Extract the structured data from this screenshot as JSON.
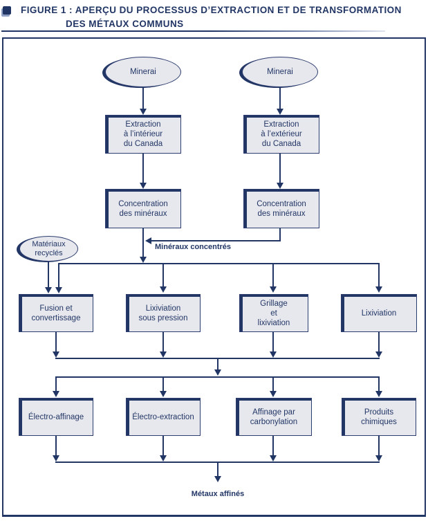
{
  "title": {
    "line1": "FIGURE 1 : APERÇU DU PROCESSUS D’EXTRACTION ET DE TRANSFORMATION",
    "line2": "DES MÉTAUX COMMUNS"
  },
  "flowchart": {
    "nodes": {
      "minerai_left": "Minerai",
      "minerai_right": "Minerai",
      "extraction_interieur": "Extraction\nà l’intérieur\ndu Canada",
      "extraction_exterieur": "Extraction\nà l’extérieur\ndu Canada",
      "concentration_left": "Concentration\ndes minéraux",
      "concentration_right": "Concentration\ndes minéraux",
      "materiaux_recycles": "Matériaux\nrecyclés",
      "fusion_convertissage": "Fusion et\nconvertissage",
      "lixiviation_pression": "Lixiviation\nsous pression",
      "grillage_lixiviation": "Grillage\net\nlixiviation",
      "lixiviation": "Lixiviation",
      "electro_affinage": "Électro-affinage",
      "electro_extraction": "Électro-extraction",
      "affinage_carbonylation": "Affinage par\ncarbonylation",
      "produits_chimiques": "Produits\nchimiques"
    },
    "labels": {
      "mineraux_concentres": "Minéraux concentrés",
      "metaux_affines": "Métaux affinés"
    }
  },
  "colors": {
    "navy": "#223665",
    "box_fill": "#e7e8ee",
    "box_border": "#2c3c6e"
  }
}
